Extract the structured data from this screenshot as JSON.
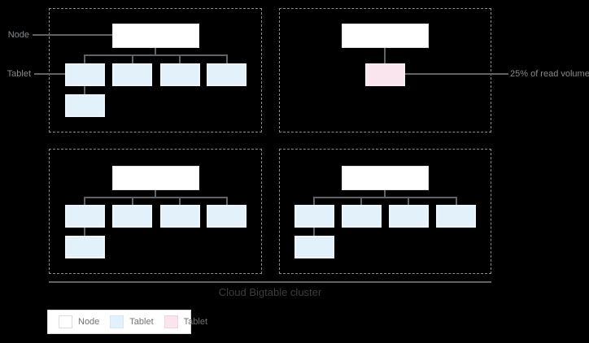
{
  "diagram": {
    "cluster_title": "Cloud Bigtable cluster",
    "callouts": {
      "node": "Node",
      "tablet": "Tablet",
      "read_volume": "25% of read volume"
    },
    "structure": {
      "node_groups": [
        {
          "id": 1,
          "tablet_count": 5,
          "hot_tablet_count": 0
        },
        {
          "id": 2,
          "tablet_count": 0,
          "hot_tablet_count": 1
        },
        {
          "id": 3,
          "tablet_count": 5,
          "hot_tablet_count": 0
        },
        {
          "id": 4,
          "tablet_count": 5,
          "hot_tablet_count": 0
        }
      ]
    },
    "colors": {
      "background": "#000000",
      "node_fill": "#ffffff",
      "tablet_fill": "#e3f1fb",
      "hot_tablet_fill": "#fae4ed",
      "connector_line": "#5f6368",
      "dashed_border": "#8c8c8c",
      "callout_text": "#85898c",
      "title_text": "#3a3d40"
    }
  },
  "legend": {
    "items": [
      {
        "label": "Node",
        "swatch_color": "#ffffff"
      },
      {
        "label": "Tablet",
        "swatch_color": "#e3f1fb"
      },
      {
        "label": "Tablet",
        "swatch_color": "#fae4ed"
      }
    ]
  }
}
